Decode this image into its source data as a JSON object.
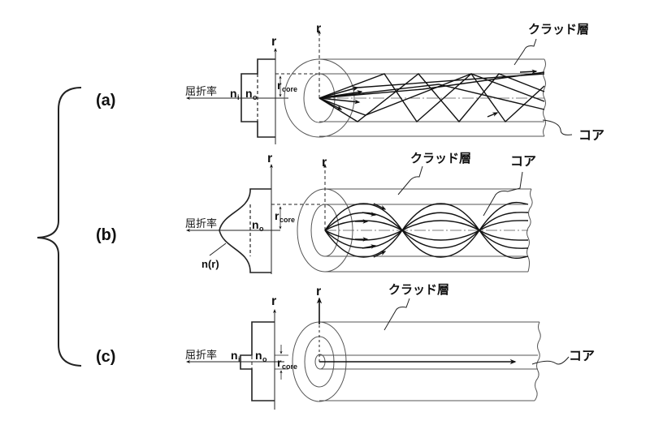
{
  "panels": [
    {
      "id": "a",
      "label": "(a)",
      "type": "step-index multimode",
      "profile_axis_label": "屈折率",
      "r_axis_label": "r",
      "fiber_r_axis_label": "r",
      "n_inner": "n",
      "n_inner_sub": "i",
      "n_outer": "n",
      "n_outer_sub": "o",
      "r_core": "r",
      "r_core_sub": "core",
      "cladding_label": "クラッド層",
      "core_label": "コア"
    },
    {
      "id": "b",
      "label": "(b)",
      "type": "graded-index multimode",
      "profile_axis_label": "屈折率",
      "r_axis_label": "r",
      "fiber_r_axis_label": "r",
      "n_outer": "n",
      "n_outer_sub": "o",
      "n_profile": "n(r)",
      "r_core": "r",
      "r_core_sub": "core",
      "cladding_label": "クラッド層",
      "core_label": "コア"
    },
    {
      "id": "c",
      "label": "(c)",
      "type": "single mode",
      "profile_axis_label": "屈折率",
      "r_axis_label": "r",
      "fiber_r_axis_label": "r",
      "n_inner": "n",
      "n_inner_sub": "i",
      "n_outer": "n",
      "n_outer_sub": "o",
      "r_core": "r",
      "r_core_sub": "core",
      "cladding_label": "クラッド層",
      "core_label": "コア"
    }
  ]
}
